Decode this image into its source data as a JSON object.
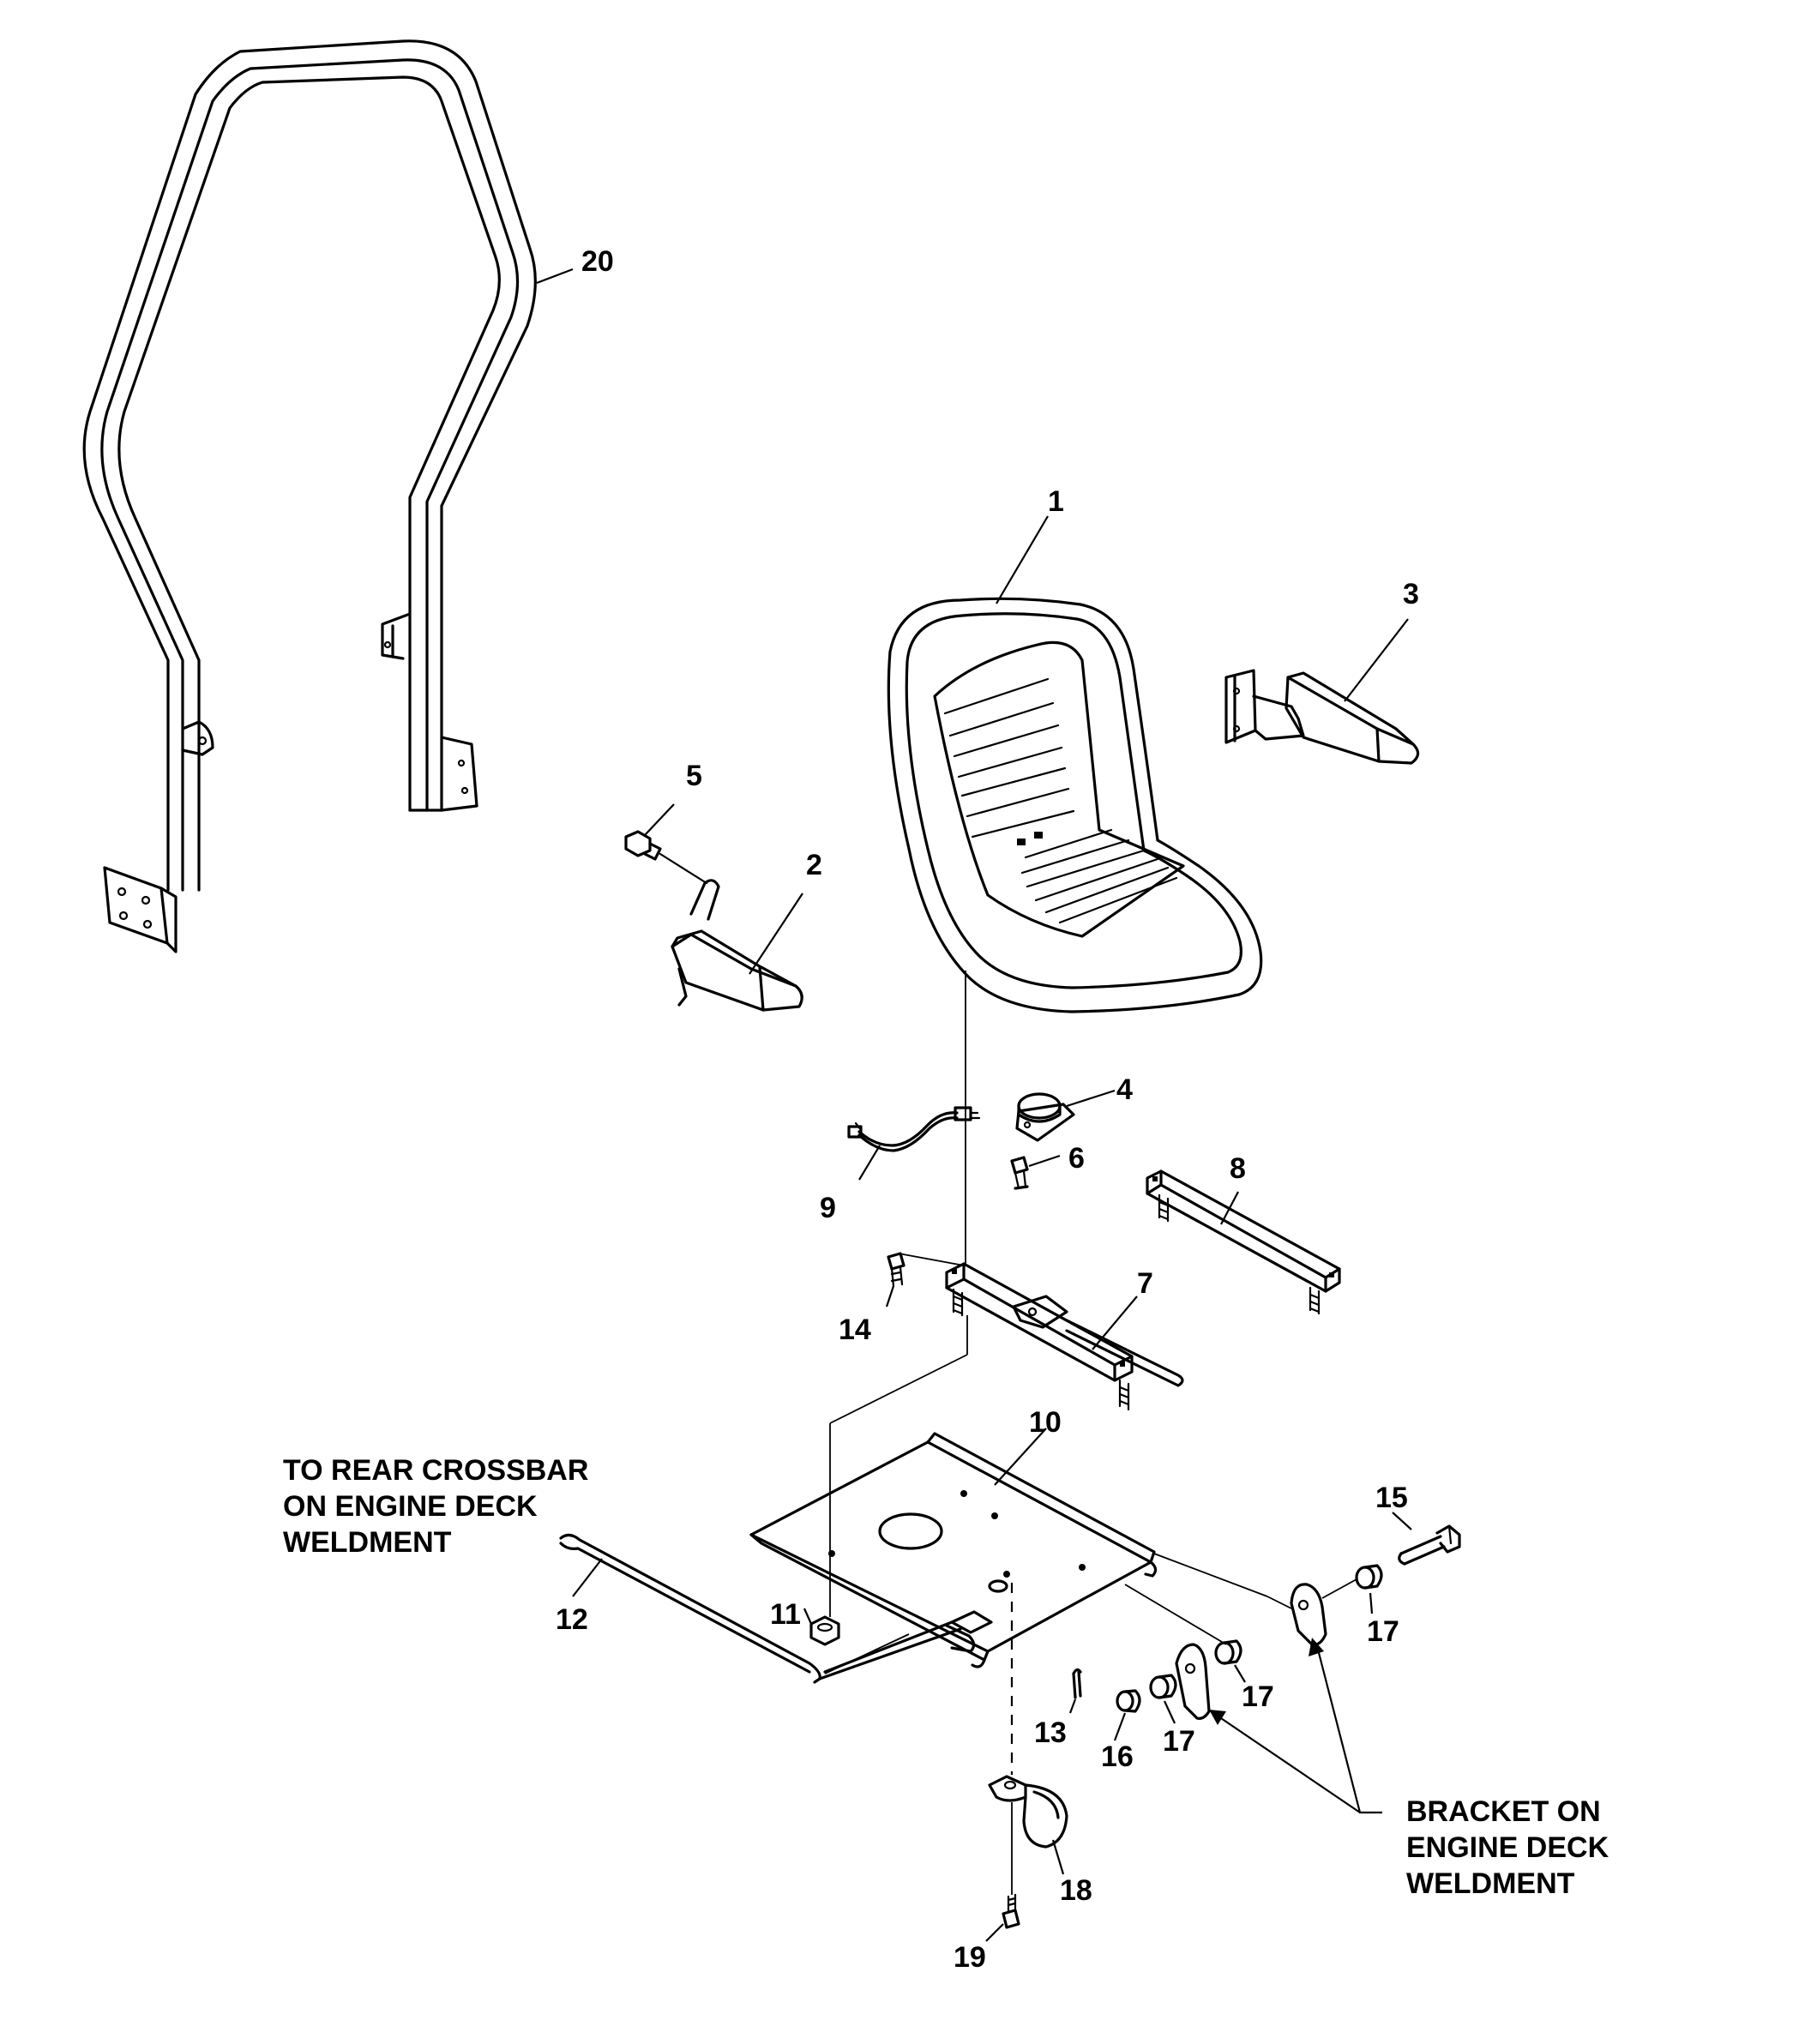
{
  "callouts": {
    "c1": "1",
    "c2": "2",
    "c3": "3",
    "c4": "4",
    "c5": "5",
    "c6": "6",
    "c7": "7",
    "c8": "8",
    "c9": "9",
    "c10": "10",
    "c11": "11",
    "c12": "12",
    "c13": "13",
    "c14": "14",
    "c15": "15",
    "c16": "16",
    "c17a": "17",
    "c17b": "17",
    "c17c": "17",
    "c18": "18",
    "c19": "19",
    "c20": "20"
  },
  "notes": {
    "rear_crossbar": [
      "TO REAR CROSSBAR",
      "ON ENGINE DECK",
      "WELDMENT"
    ],
    "bracket": [
      "BRACKET ON",
      "ENGINE DECK",
      "WELDMENT"
    ]
  }
}
